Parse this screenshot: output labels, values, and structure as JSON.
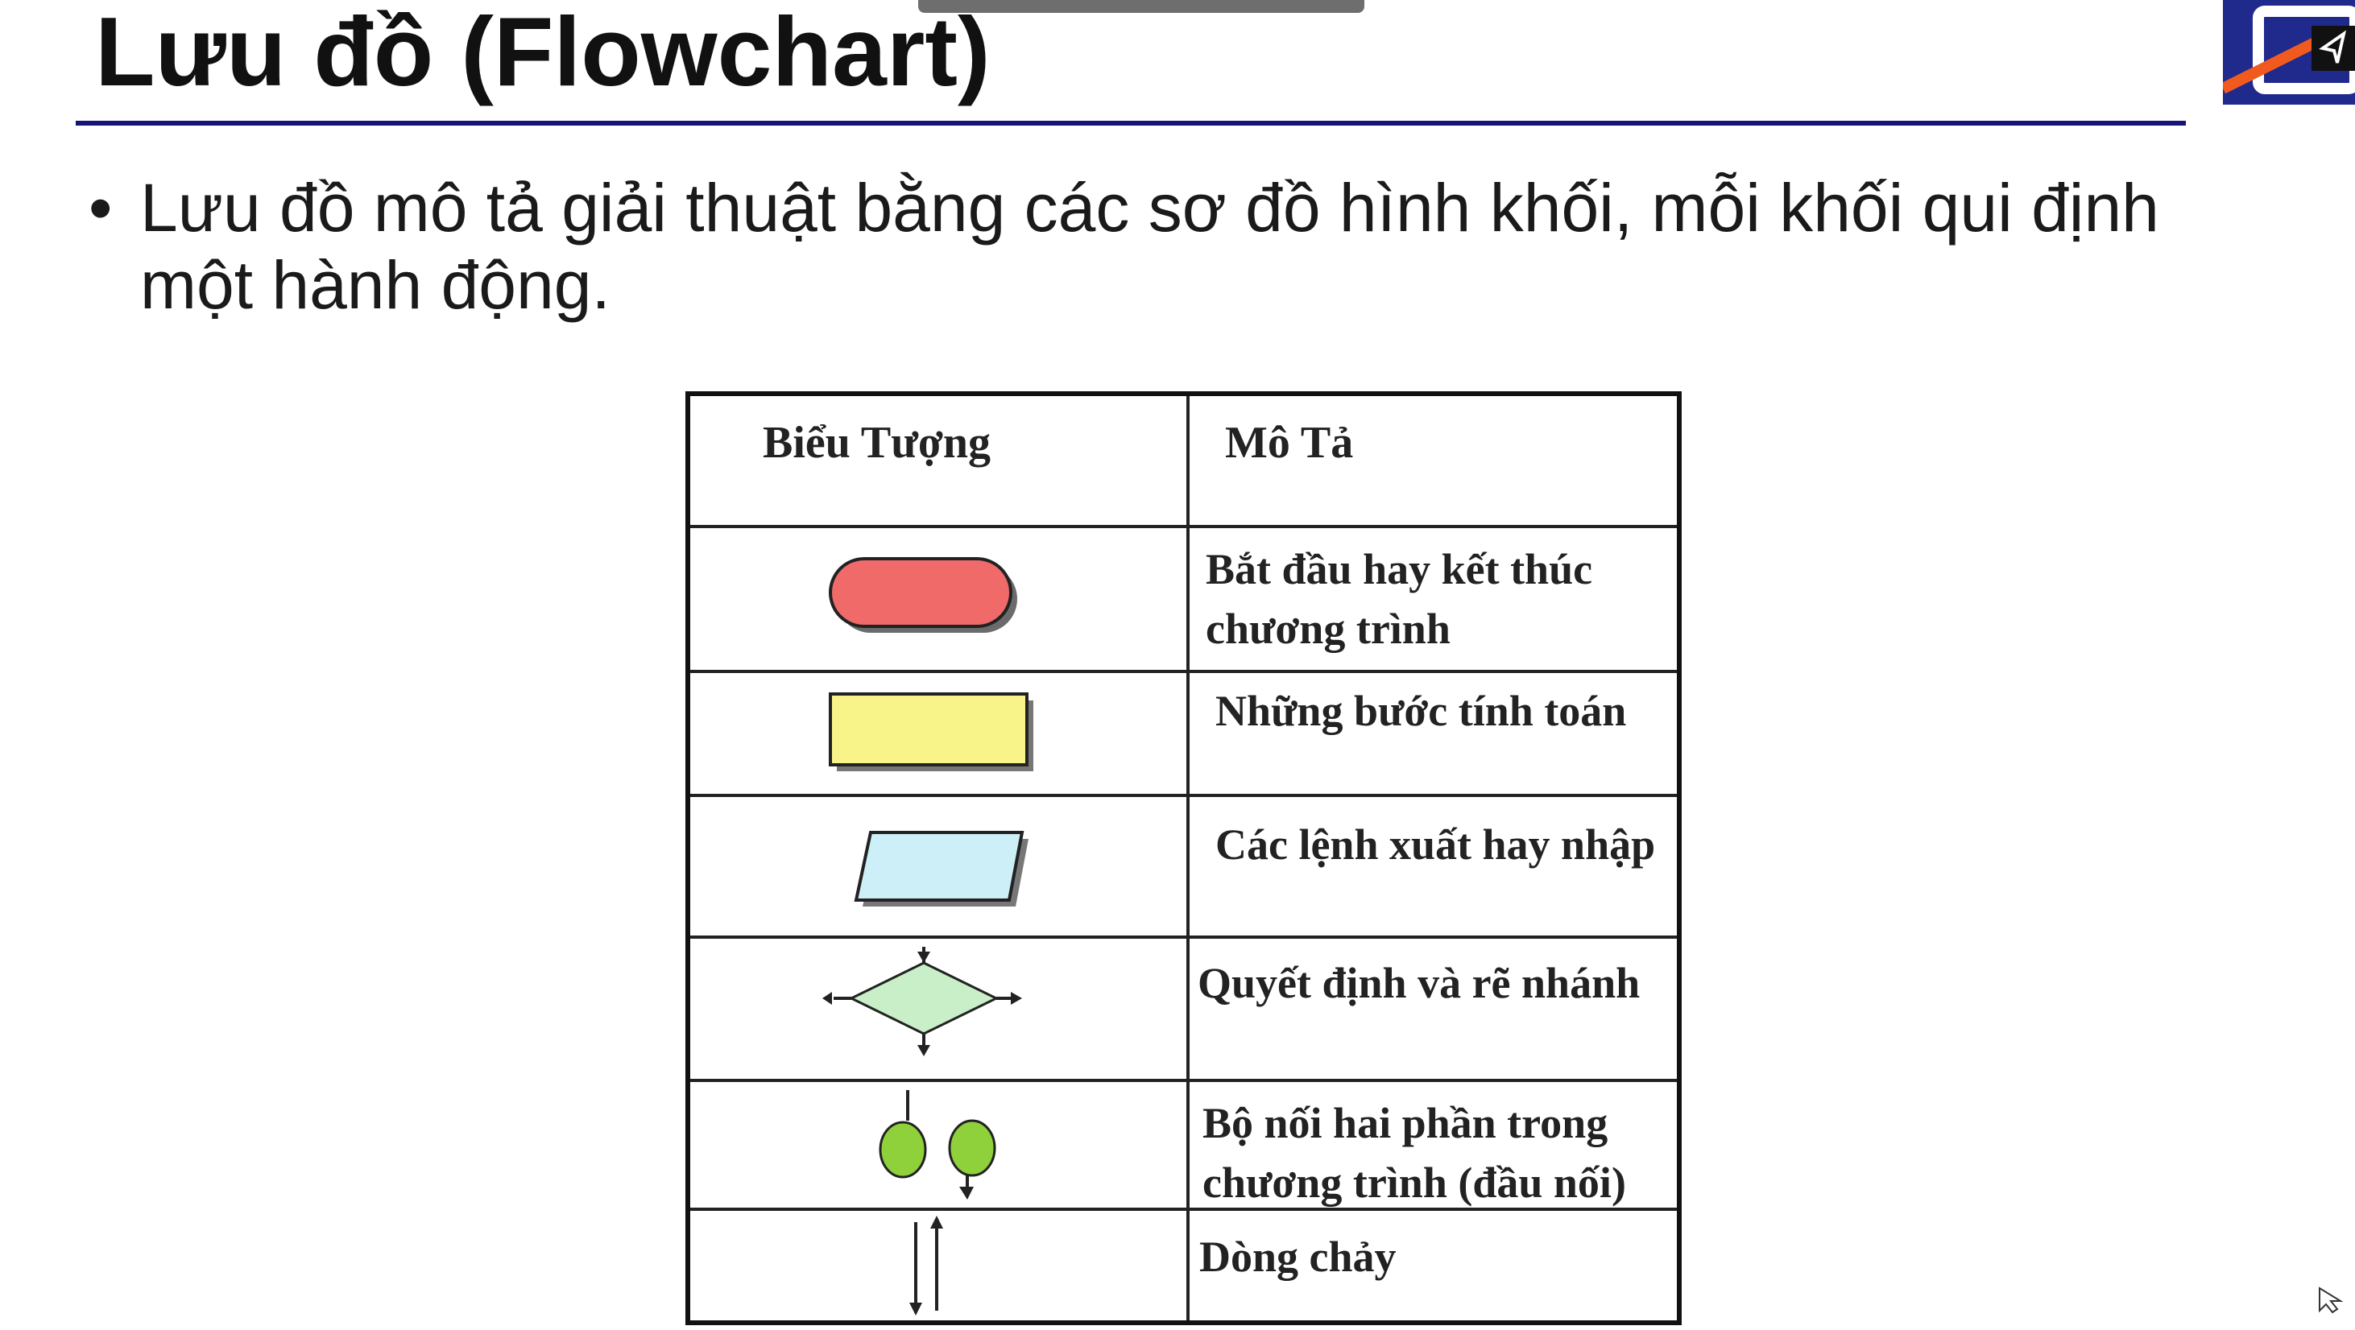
{
  "slide": {
    "title": "Lưu đồ (Flowchart)",
    "bullet_marker": "•",
    "bullet_text": "Lưu đồ mô tả giải thuật bằng các sơ đồ hình khối, mỗi khối qui định một hành động."
  },
  "table": {
    "headers": [
      "Biểu Tượng",
      "Mô Tả"
    ],
    "rows": [
      {
        "symbol": "rounded-terminal",
        "description": "Bắt đầu hay kết thúc chương trình"
      },
      {
        "symbol": "process-rectangle",
        "description": "Những bước tính toán"
      },
      {
        "symbol": "io-parallelogram",
        "description": "Các lệnh xuất hay nhập"
      },
      {
        "symbol": "decision-diamond",
        "description": "Quyết định và rẽ nhánh"
      },
      {
        "symbol": "connector-circles",
        "description": "Bộ nối hai phần trong chương trình (đầu nối)"
      },
      {
        "symbol": "flow-arrows",
        "description": "Dòng chảy"
      }
    ]
  },
  "colors": {
    "title_rule": "#14147a",
    "terminal_fill": "#f06a6a",
    "process_fill": "#f9f48a",
    "io_fill": "#cdeff7",
    "decision_fill": "#c9efc9",
    "connector_fill": "#8fd13a",
    "logo_blue": "#1f2a8c",
    "logo_orange": "#f05a1e"
  }
}
